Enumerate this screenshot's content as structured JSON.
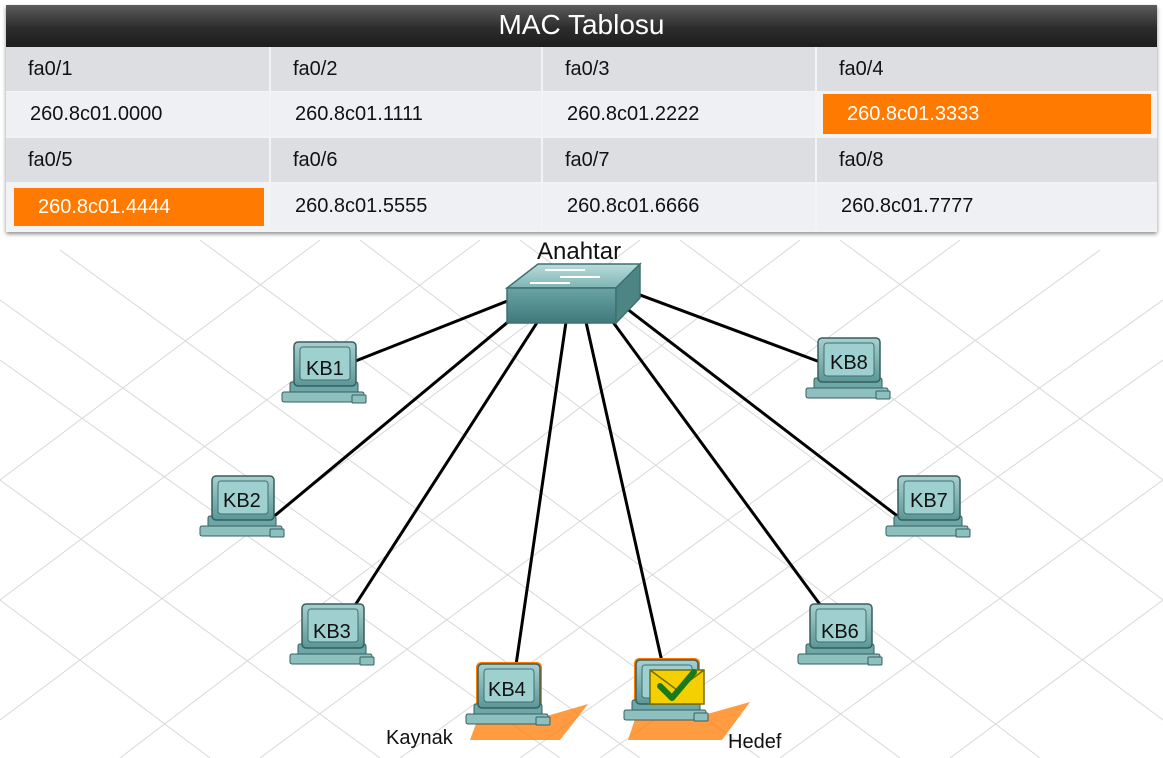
{
  "table": {
    "title": "MAC Tablosu",
    "rows": [
      {
        "ports": [
          "fa0/1",
          "fa0/2",
          "fa0/3",
          "fa0/4"
        ],
        "macs": [
          "260.8c01.0000",
          "260.8c01.1111",
          "260.8c01.2222",
          "260.8c01.3333"
        ]
      },
      {
        "ports": [
          "fa0/5",
          "fa0/6",
          "fa0/7",
          "fa0/8"
        ],
        "macs": [
          "260.8c01.4444",
          "260.8c01.5555",
          "260.8c01.6666",
          "260.8c01.7777"
        ]
      }
    ],
    "highlighted_macs": [
      "260.8c01.3333",
      "260.8c01.4444"
    ],
    "highlight_color": "#ff7a00"
  },
  "switch": {
    "label": "Anahtar"
  },
  "hosts": [
    {
      "label": "KB1"
    },
    {
      "label": "KB2"
    },
    {
      "label": "KB3"
    },
    {
      "label": "KB4",
      "role": "Kaynak"
    },
    {
      "label": "",
      "role": "Hedef"
    },
    {
      "label": "KB6"
    },
    {
      "label": "KB7"
    },
    {
      "label": "KB8"
    }
  ],
  "icons": {
    "envelope": "envelope-check-icon"
  },
  "colors": {
    "device": "#5f9ea0",
    "source_dest_glow": "#ff7a00",
    "envelope": "#f5d000",
    "check": "#1a7a1a"
  }
}
